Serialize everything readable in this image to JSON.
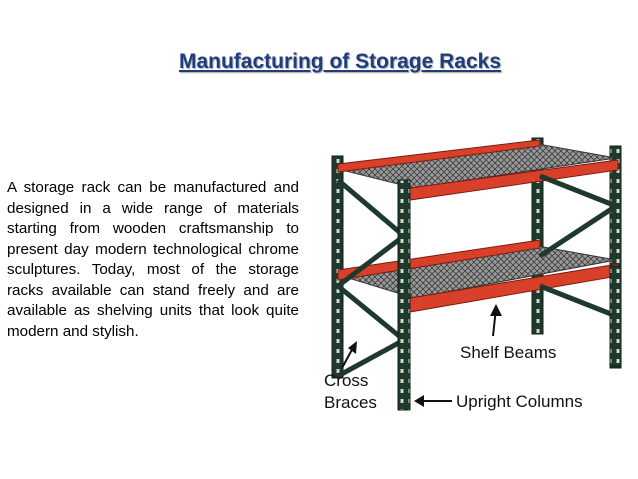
{
  "title": "Manufacturing of Storage Racks",
  "body": "A storage rack can be manufactured and designed in a wide range of materials starting from wooden craftsmanship to present day modern technological chrome sculptures. Today, most of the storage racks available can stand freely and are available as shelving units that look quite modern and stylish.",
  "figure": {
    "labels": {
      "shelf_beams": "Shelf Beams",
      "cross": "Cross",
      "braces": "Braces",
      "upright_columns": "Upright Columns"
    },
    "colors": {
      "upright": "#1f3a2c",
      "beam": "#d8402a",
      "deck": "#777777"
    }
  }
}
